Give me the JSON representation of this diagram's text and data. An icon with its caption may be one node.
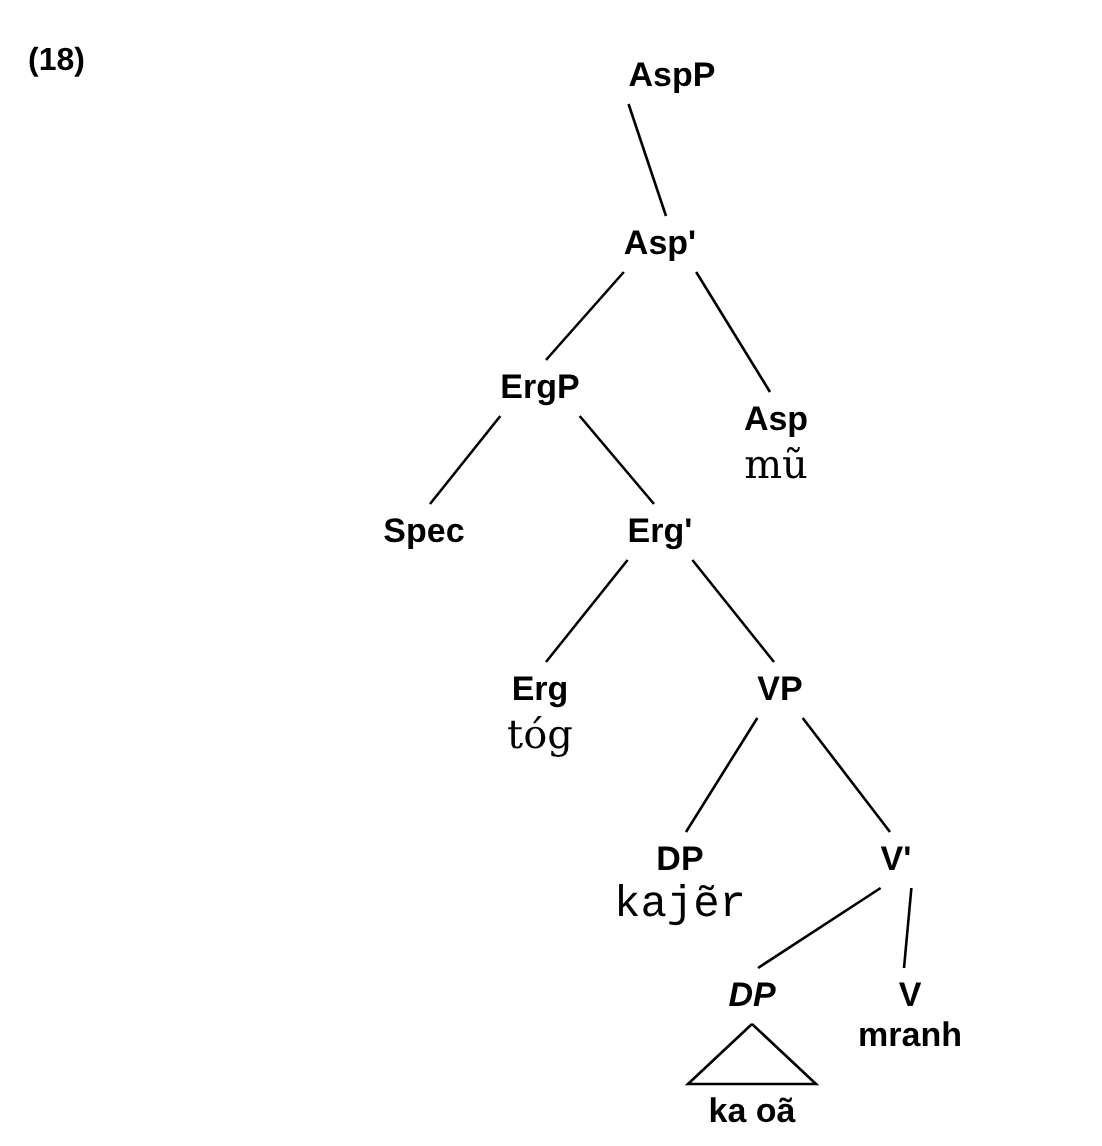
{
  "diagram": {
    "nodes": [
      {
        "text": [
          "AspP"
        ]
      },
      {
        "text": [
          "Asp'"
        ]
      },
      {
        "text": [
          "ErgP"
        ]
      },
      {
        "text": [
          "Asp",
          "mũ"
        ]
      },
      {
        "text": [
          "Spec"
        ]
      },
      {
        "text": [
          "Erg'"
        ]
      },
      {
        "text": [
          "Erg",
          "tóg"
        ]
      },
      {
        "text": [
          "VP"
        ]
      },
      {
        "text": [
          "DP",
          "kajẽr"
        ]
      },
      {
        "text": [
          "V'"
        ]
      },
      {
        "text": [
          "DP"
        ]
      },
      {
        "text": [
          "V",
          "mranh"
        ]
      },
      {
        "text": [
          "ka oã"
        ]
      }
    ],
    "edges": [
      {
        "from": 0,
        "to": 1,
        "arrow": "none"
      },
      {
        "from": 1,
        "to": 2,
        "arrow": "none"
      },
      {
        "from": 1,
        "to": 3,
        "arrow": "none"
      },
      {
        "from": 2,
        "to": 4,
        "arrow": "none"
      },
      {
        "from": 2,
        "to": 5,
        "arrow": "none"
      },
      {
        "from": 5,
        "to": 6,
        "arrow": "none"
      },
      {
        "from": 5,
        "to": 7,
        "arrow": "none"
      },
      {
        "from": 7,
        "to": 8,
        "arrow": "none"
      },
      {
        "from": 7,
        "to": 9,
        "arrow": "none"
      },
      {
        "from": 9,
        "to": 10,
        "arrow": "none"
      },
      {
        "from": 9,
        "to": 11,
        "arrow": "none"
      },
      {
        "from": 10,
        "to": 12,
        "arrow": "none"
      }
    ],
    "labels": [
      "(18)"
    ]
  }
}
